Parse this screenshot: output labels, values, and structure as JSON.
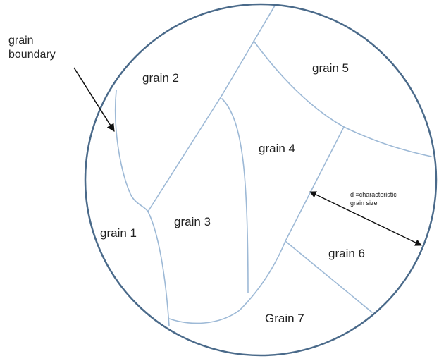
{
  "colors": {
    "outline": "#4a6a8a",
    "boundary": "#9db9d6",
    "arrow": "#111111",
    "text": "#222222"
  },
  "callout": {
    "line1": "grain",
    "line2": "boundary"
  },
  "grains": {
    "g1": "grain 1",
    "g2": "grain 2",
    "g3": "grain 3",
    "g4": "grain 4",
    "g5": "grain 5",
    "g6": "grain 6",
    "g7": "Grain 7"
  },
  "size_annotation": {
    "line1": "d =characteristic",
    "line2": "grain size"
  }
}
